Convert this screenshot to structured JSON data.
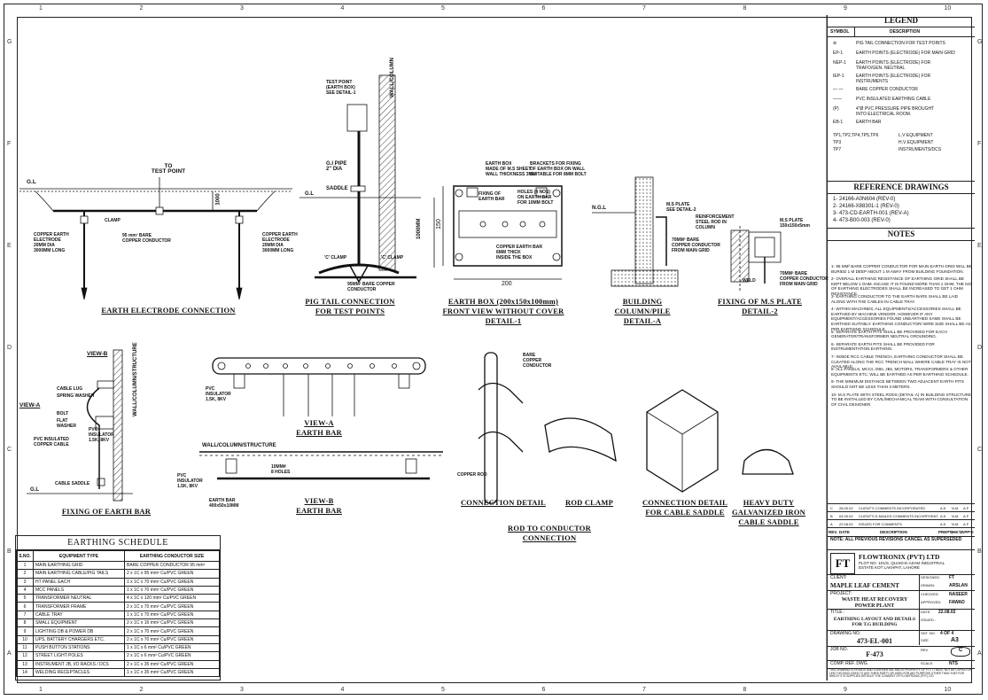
{
  "zone_numbers": [
    "1",
    "2",
    "3",
    "4",
    "5",
    "6",
    "7",
    "8",
    "9",
    "10"
  ],
  "zone_letters": [
    "G",
    "F",
    "E",
    "D",
    "C",
    "B",
    "A"
  ],
  "details": {
    "earth_electrode": {
      "title": "EARTH ELECTRODE CONNECTION",
      "to_test_point": "TO\nTEST POINT",
      "gl": "G.L",
      "clamp": "CLAMP",
      "conductor": "95 mm² BARE\nCOPPER CONDUCTOR",
      "electrode_left": "COPPER EARTH\nELECTRODE\n20MM DIA\n3000MM LONG",
      "electrode_right": "COPPER EARTH\nELECTRODE\n20MM DIA\n3000MM LONG",
      "dim": "1000"
    },
    "pig_tail": {
      "title": "PIG TAIL CONNECTION\nFOR TEST POINTS",
      "test_point": "TEST POINT\n(EARTH BOX)\nSEE DETAIL-1",
      "gi_pipe": "G.I PIPE\n2\" DIA",
      "saddle": "SADDLE",
      "wall": "WALL/COLUMN",
      "gl": "G.L",
      "c_clamp_1": "'C' CLAMP",
      "c_clamp_2": "'C' CLAMP",
      "conductor": "95MM² BARE COPPER\nCONDUCTOR",
      "dim": "1000MM"
    },
    "earth_box": {
      "title": "EARTH BOX (200x150x100mm)\nFRONT VIEW WITHOUT COVER\nDETAIL-1",
      "box_note": "EARTH BOX\nMADE OF M.S SHEET\nWALL THICKNESS 3MM",
      "bracket": "BRACKETS FOR FIXING\nOF EARTH BOX ON WALL\nSUITABLE FOR 8MM BOLT",
      "fixing": "FIXING OF\nEARTH BAR",
      "holes": "HOLES (4 NOS)\nON EARTH BAR\nFOR 10MM BOLT",
      "copper_bar": "COPPER EARTH BAR\n6MM THICK\nINSIDE THE BOX",
      "dim_w": "200",
      "dim_h": "150"
    },
    "building_column": {
      "title": "BUILDING\nCOLUMN/PILE\nDETAIL-A",
      "ms_plate": "M.S PLATE\nSEE DETAIL-2",
      "ngl": "N.G.L",
      "conductor": "70MM² BARE\nCOPPER CONDUCTOR\nFROM MAIN GRID"
    },
    "ms_plate": {
      "title": "FIXING OF M.S PLATE\nDETAIL-2",
      "reinf": "REINFORCEMENT\nSTEEL ROD IN\nCOLUMN",
      "plate": "M.S PLATE\n150x150x5mm",
      "weld": "WELD",
      "conductor": "70MM² BARE\nCOPPER CONDUCTOR\nFROM MAIN GRID"
    },
    "fixing_earth_bar": {
      "title": "FIXING OF EARTH BAR",
      "view_b": "VIEW-B",
      "view_a": "VIEW-A",
      "cable_lug": "CABLE LUG",
      "spring": "SPRING WASHER",
      "bolt": "BOLT",
      "flat_washer": "FLAT\nWASHER",
      "pvc_ins": "PVC\nINSULATOR\n1.5K, 8KV",
      "cable": "PVC INSULATED\nCOPPER CABLE",
      "saddle": "CABLE SADDLE",
      "wall": "WALL/COLUMN/STRUCTURE",
      "gl": "G.L"
    },
    "view_a": {
      "title": "VIEW-A\nEARTH BAR",
      "pvc": "PVC\nINSULATOR\n1.5K, 8KV"
    },
    "view_b": {
      "title": "VIEW-B\nEARTH BAR",
      "wall": "WALL/COLUMN/STRUCTURE",
      "holes": "10MM#\n8 HOLES",
      "pvc": "PVC\nINSULATOR\n1.5K, 8KV",
      "bar": "EARTH BAR\n400x50x10MM"
    },
    "rod_detail": {
      "connection_detail": "CONNECTION DETAIL",
      "rod_clamp": "ROD CLAMP",
      "rod_to_conductor": "ROD TO CONDUCTOR\nCONNECTION",
      "copper_rod": "COPPER ROD",
      "bare": "BARE\nCOPPER\nCONDUCTOR",
      "cable_saddle": "CONNECTION DETAIL\nFOR CABLE SADDLE",
      "heavy_duty": "HEAVY DUTY\nGALVANIZED IRON\nCABLE SADDLE"
    }
  },
  "schedule": {
    "title": "EARTHING SCHEDULE",
    "headers": [
      "S.NO.",
      "EQUIPMENT TYPE",
      "EARTHING CONDUCTOR SIZE"
    ],
    "rows": [
      [
        "1",
        "MAIN EARTHING GRID",
        "BARE COPPER CONDUCTOR 95 mm²"
      ],
      [
        "2",
        "MAIN EARTHING CABLE/PIG TAILS",
        "2 x 1C x 95 mm² Cu/PVC GREEN"
      ],
      [
        "3",
        "HT PANEL EACH",
        "1 x 1C x 70 mm² Cu/PVC GREEN"
      ],
      [
        "4",
        "MCC PANELS",
        "1 x 1C x 70 mm² Cu/PVC GREEN"
      ],
      [
        "5",
        "TRANSFORMER NEUTRAL",
        "4 x 1C x 120 mm² Cu/PVC GREEN"
      ],
      [
        "6",
        "TRANSFORMER FRAME",
        "2 x 1C x 70 mm² Cu/PVC GREEN"
      ],
      [
        "7",
        "CABLE TRAY",
        "1 x 1C x 70 mm² Cu/PVC GREEN"
      ],
      [
        "8",
        "SMALL EQUIPMENT",
        "2 x 1C x 16 mm² Cu/PVC GREEN"
      ],
      [
        "9",
        "LIGHTING DB & POWER DB",
        "2 x 1C x 70 mm² Cu/PVC GREEN"
      ],
      [
        "10",
        "UPS, BATTERY CHARGERS ETC.",
        "2 x 1C x 70 mm² Cu/PVC GREEN"
      ],
      [
        "11",
        "PUSH BUTTON STATIONS",
        "1 x 1C x 6 mm² Cu/PVC GREEN"
      ],
      [
        "12",
        "STREET LIGHT POLES",
        "2 x 1C x 6 mm² Cu/PVC GREEN"
      ],
      [
        "13",
        "INSTRUMENT JB, I/O RACKS / DCS",
        "2 x 1C x 35 mm² Cu/PVC GREEN"
      ],
      [
        "14",
        "WELDING RECEPTACLES",
        "1 x 1C x 35 mm² Cu/PVC GREEN"
      ]
    ]
  },
  "legend": {
    "title": "LEGEND",
    "col_symbol": "SYMBOL",
    "col_desc": "DESCRIPTION",
    "items": [
      {
        "sym": "⊚",
        "desc": "PIG TAIL CONNECTION FOR TEST POINTS"
      },
      {
        "sym": "EP-1",
        "desc": "EARTH POINTS (ELECTRODE) FOR MAIN GRID"
      },
      {
        "sym": "NEP-1",
        "desc": "EARTH POINTS (ELECTRODE) FOR\nTRAFO/GEN. NEUTRAL"
      },
      {
        "sym": "IEP-1",
        "desc": "EARTH POINTS (ELECTRODE) FOR\nINSTRUMENTS"
      },
      {
        "sym": "— —",
        "desc": "BARE COPPER CONDUCTOR"
      },
      {
        "sym": "——",
        "desc": "PVC INSULATED EARTHING CABLE"
      },
      {
        "sym": "(P)",
        "desc": "4\"Ø PVC PRESSURE PIPE BROUGHT\nINTO ELECTRICAL ROOM."
      },
      {
        "sym": "EB-1",
        "desc": "EARTH BAR"
      }
    ],
    "tp": [
      [
        "TP1,TP2,TP4,TP5,TP6",
        "L.V EQUIPMENT"
      ],
      [
        "TP3",
        "H.V EQUIPMENT"
      ],
      [
        "TP7",
        "INSTRUMENTS/DCS"
      ]
    ]
  },
  "reference": {
    "title": "REFERENCE DRAWINGS",
    "items": [
      "1-  24166-A0N604 (REV-0)",
      "2-  24166-X88301-1 (REV-0)",
      "3-  473-CD-EARTH-001 (REV-A)",
      "4-  473-B00-003 (REV-0)"
    ]
  },
  "notes": {
    "title": "NOTES",
    "items": [
      "1- 95 MM² BARE COPPER CONDUCTOR FOR MAIN EARTH GRID WILL BE BURIED 1 M DEEP ABOUT 1 M AWAY FROM BUILDING FOUNDATION.",
      "2- OVERALL EARTHING RESISTANCE OF EARTHING GRID SHALL BE KEPT BELOW 1 OHM. INCASE IT IS FOUND MORE THAN 1 OHM, THE NO. OF EARTHING ELECTRODES SHALL BE INCREASED TO GET 1 OHM RESISTANCE.",
      "3- EARTHING CONDUCTOR TO THE EARTH BARS SHALL BE LAID ALONG WITH THE CABLES IN CABLE TRAY.",
      "4- WITHIN MACHINES, ALL EQUIPMENTS/ACCESSORIES SHALL BE EARTHED BY MACHINE VENDOR. HOWEVER IF ANY EQUIPMENT/ACCESSORIES FOUND UNEARTHED SAME SHALL BE EARTHED SUITABLY. EARTHING CONDUCTOR/ WIRE SIZE SHALL BE AS PER EARTHING SCHEDULE.",
      "5- SEPARATE EARTH PITS SHALL BE PROVIDED FOR EACH GENERATOR/TRANSFORMER NEUTRAL GROUNDING.",
      "6- SEPARATE EARTH PITS SHALL BE PROVIDED FOR INSTRUMENTATION EARTHING.",
      "7- INSIDE RCC CABLE TRENCH, EARTHING CONDUCTOR SHALL BE CLEATED ALONG THE RCC TRENCH WALL WHERE CABLE TRAY IS NOT AVAILABLE.",
      "8- ALL PANELS, MCCs, DBs, JBs, MOTORS, TRANSFORMERS & OTHER EQUIPMENTS ETC. WILL BE EARTHED AS PER EARTHING SCHEDULE.",
      "9- THE MINIMUM DISTANCE BETWEEN TWO ADJACENT EARTH PITS SHOULD NOT BE LESS THAN 3 METERS.",
      "10- M.S PLATE WITH STEEL RODS (DETAIL-A) IN BUILDING STRUCTURE TO BE INSTALLED BY CIVIL/MECHANICAL TEAM WITH CONSULTATION OF CIVIL DESIGNER."
    ]
  },
  "revisions": {
    "rows": [
      {
        "rev": "C",
        "date": "28.09.02",
        "desc": "CLIENT'S COMMENTS INCORPORATED",
        "a": "A.K",
        "b": "N.M",
        "c": "A.F"
      },
      {
        "rev": "B",
        "date": "04.09.02",
        "desc": "CLIENT'S E-MAILED COMMENTS INCORPORATED",
        "a": "A.K",
        "b": "N.M",
        "c": "A.F"
      },
      {
        "rev": "A",
        "date": "22.08.02",
        "desc": "ISSUED FOR COMMENTS",
        "a": "A.K",
        "b": "N.M",
        "c": "A.F"
      }
    ],
    "header": [
      "REV.",
      "DATE",
      "DESCRIPTION",
      "PREP'D",
      "CHK'D",
      "APP'D"
    ],
    "note": "NOTE: ALL PREVIOUS REVISIONS CANCEL AS SUPERSEDED"
  },
  "title_block": {
    "company": "FLOWTRONIX (PVT) LTD",
    "address": "PLOT NO. 101/S, QUAID-E-AZAM INDUSTRIAL\nESTATE KOT LAKHPAT, LAHORE",
    "logo": "FT",
    "designed_label": "DESIGNED:",
    "designed": "FT",
    "client_label": "CLIENT:",
    "client": "MAPLE LEAF CEMENT",
    "drawn_label": "DRAWN:",
    "drawn": "ARSLAN",
    "project_label": "PROJECT:",
    "project": "WASTE HEAT RECOVERY\nPOWER PLANT",
    "checked_label": "CHECKED:",
    "checked": "NASEER",
    "approved_label": "APPROVED:",
    "approved": "FAWAD",
    "title_label": "TITLE :",
    "title": "EARTHING LAYOUT AND DETAILS\nFOR T.G BUILDING",
    "date_label": "DATE:",
    "date": "22.08.02",
    "issued_label": "ISSUED :",
    "drawing_no_label": "DRAWING NO.",
    "drawing_no": "473-EL-001",
    "sht_label": "SHT. NO.",
    "sht": "4 OF 4",
    "size_label": "SIZE",
    "size": "A3",
    "job_label": "JOB NO.",
    "job": "F-473",
    "rev_label": "REV.",
    "rev": "C",
    "comp_label": "COMP. REF. DWG.",
    "scale_label": "SCALE:",
    "scale": "NTS",
    "footer": "THIS DRAWING IS PRIVATE AND CONFIDENTIAL AND IS PROPERTY OF FTL. IT MUST NOT BE COPIED OR LENT OR DISCLOSED TO ANY THIRD PARTY OR USED FOR ANY PURPOSE OTHER THAN THAT FOR WHICH IT IS SUPPLIED WITHOUT THE CONSENT OF FLOWTRONIX (PVT) LTD"
  }
}
